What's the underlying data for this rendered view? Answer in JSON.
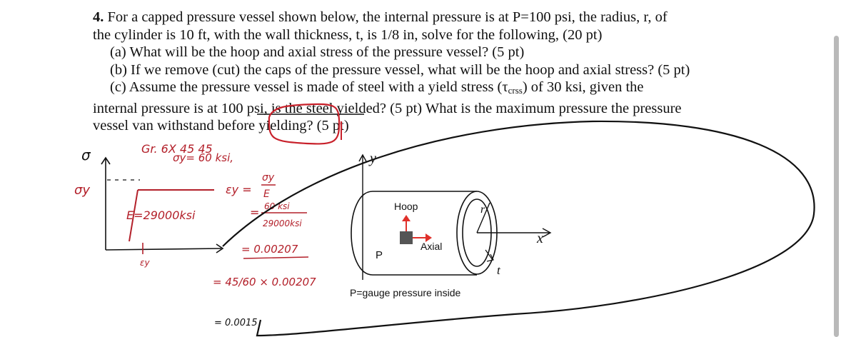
{
  "problem": {
    "number": "4.",
    "intro_1": "For a capped pressure vessel shown below, the internal pressure is at P=100 psi, the radius, r, of",
    "intro_2": "the cylinder is 10 ft, with the wall thickness, t, is 1/8 in, solve for the following, (20 pt)",
    "part_a": "(a) What will be the hoop and axial stress of the pressure vessel? (5 pt)",
    "part_b": "(b) If we remove (cut) the caps of the pressure vessel, what will be the hoop and axial stress? (5 pt)",
    "part_c_1a": "(c) Assume the pressure vessel is made of steel with a yield stress (τ",
    "part_c_1sub": "crss",
    "part_c_1b": ") of 30 ksi, given the",
    "part_c_2": "internal pressure is at 100 psi, is the steel yielded? (5 pt) What is the maximum pressure the pressure",
    "part_c_3": "vessel van withstand before yielding? (5 pt)"
  },
  "figure": {
    "y_axis": "y",
    "x_axis": "x",
    "hoop_label": "Hoop",
    "axial_label": "Axial",
    "pressure_label": "P",
    "radius_label": "r",
    "thickness_label": "t",
    "caption": "P=gauge pressure inside",
    "colors": {
      "ink": "#111111",
      "red_ink": "#b3202a",
      "arrow_red": "#e0302a",
      "block": "#555555"
    }
  },
  "handwriting": {
    "grade": "Gr. 6X 45 45",
    "sigma_y": "σy= 60 ksi,",
    "e_label": "E=29000ksi",
    "eps_formula_lhs": "εy =",
    "eps_num": "σy",
    "eps_den": "E",
    "eq1": "=",
    "frac2_num": "60 ksi",
    "frac2_den": "29000ksi",
    "result1": "= 0.00207",
    "line2": "= 45/60 × 0.00207",
    "result2": "= 0.0015",
    "axis_sigma": "σ",
    "axis_sigma_y": "σy",
    "eps_y_tick": "εy"
  }
}
